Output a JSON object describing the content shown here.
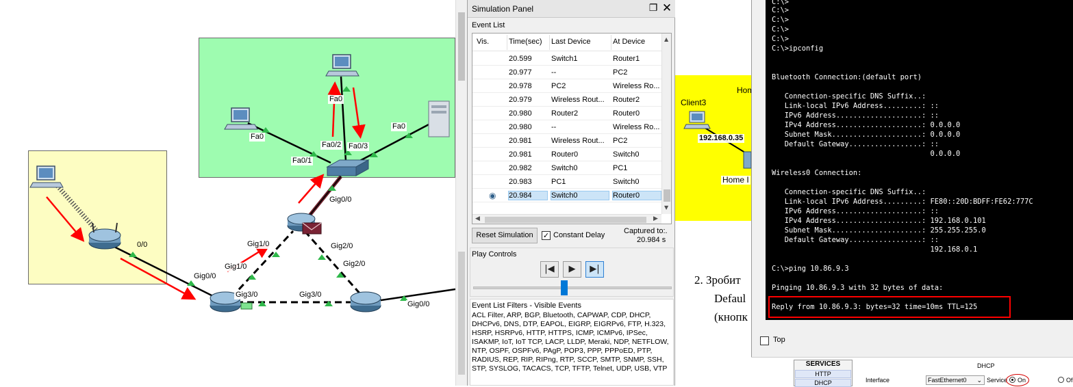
{
  "topology": {
    "port_labels": [
      "Fa0",
      "Fa0",
      "Fa0",
      "Fa0/1",
      "Fa0/2",
      "Fa0/3",
      "Gig0/0",
      "Gig1/0",
      "Gig1/0",
      "Gig2/0",
      "Gig2/0",
      "0/0",
      "Gig0/0",
      "Gig3/0",
      "Gig3/0",
      "Gig0/0"
    ]
  },
  "sim_panel": {
    "title": "Simulation Panel",
    "event_list_label": "Event List",
    "columns": [
      "Vis.",
      "Time(sec)",
      "Last Device",
      "At Device"
    ],
    "events": [
      {
        "vis": "",
        "time": "20.599",
        "last": "Switch1",
        "at": "Router1"
      },
      {
        "vis": "",
        "time": "20.977",
        "last": "--",
        "at": "PC2"
      },
      {
        "vis": "",
        "time": "20.978",
        "last": "PC2",
        "at": "Wireless Ro..."
      },
      {
        "vis": "",
        "time": "20.979",
        "last": "Wireless Rout...",
        "at": "Router2"
      },
      {
        "vis": "",
        "time": "20.980",
        "last": "Router2",
        "at": "Router0"
      },
      {
        "vis": "",
        "time": "20.980",
        "last": "--",
        "at": "Wireless Ro..."
      },
      {
        "vis": "",
        "time": "20.981",
        "last": "Wireless Rout...",
        "at": "PC2"
      },
      {
        "vis": "",
        "time": "20.981",
        "last": "Router0",
        "at": "Switch0"
      },
      {
        "vis": "",
        "time": "20.982",
        "last": "Switch0",
        "at": "PC1"
      },
      {
        "vis": "",
        "time": "20.983",
        "last": "PC1",
        "at": "Switch0"
      },
      {
        "vis": "eye",
        "time": "20.984",
        "last": "Switch0",
        "at": "Router0"
      }
    ],
    "reset_button": "Reset Simulation",
    "constant_delay_label": "Constant Delay",
    "constant_delay_checked": true,
    "captured_label": "Captured to:.",
    "captured_value": "20.984 s",
    "play_controls_label": "Play Controls",
    "filters_label": "Event List Filters - Visible Events",
    "filters_text": "ACL Filter, ARP, BGP, Bluetooth, CAPWAP, CDP, DHCP, DHCPv6, DNS, DTP, EAPOL, EIGRP, EIGRPv6, FTP, H.323, HSRP, HSRPv6, HTTP, HTTPS, ICMP, ICMPv6, IPSec, ISAKMP, IoT, IoT TCP, LACP, LLDP, Meraki, NDP, NETFLOW, NTP, OSPF, OSPFv6, PAgP, POP3, PPP, PPPoED, PTP, RADIUS, REP, RIP, RIPng, RTP, SCCP, SMTP, SNMP, SSH, STP, SYSLOG, TACACS, TCP, TFTP, Telnet, UDP, USB, VTP"
  },
  "middle": {
    "client_label": "Client3",
    "ip_label": "192.168.0.35",
    "home_top": "Hom",
    "home_bottom": "Home I",
    "doc_line1": "2.  Зробит",
    "doc_line2": "Defaul",
    "doc_line3": "(кнопк"
  },
  "terminal": {
    "lines": [
      "C:\\>",
      "C:\\>",
      "C:\\>",
      "C:\\>",
      "C:\\>",
      "C:\\>ipconfig",
      "",
      "Bluetooth Connection:(default port)",
      "",
      "   Connection-specific DNS Suffix..: ",
      "   Link-local IPv6 Address.........: ::",
      "   IPv6 Address....................: ::",
      "   IPv4 Address....................: 0.0.0.0",
      "   Subnet Mask.....................: 0.0.0.0",
      "   Default Gateway.................: ::",
      "                                     0.0.0.0",
      "",
      "Wireless0 Connection:",
      "",
      "   Connection-specific DNS Suffix..: ",
      "   Link-local IPv6 Address.........: FE80::20D:BDFF:FE62:777C",
      "   IPv6 Address....................: ::",
      "   IPv4 Address....................: 192.168.0.101",
      "   Subnet Mask.....................: 255.255.255.0",
      "   Default Gateway.................: ::",
      "                                     192.168.0.1",
      "",
      "C:\\>ping 10.86.9.3",
      "",
      "Pinging 10.86.9.3 with 32 bytes of data:",
      "",
      "Reply from 10.86.9.3: bytes=32 time=10ms TTL=125"
    ],
    "top_label": "Top"
  },
  "services": {
    "title": "SERVICES",
    "items": [
      "HTTP",
      "DHCP"
    ],
    "dhcp_header": "DHCP",
    "interface_label": "Interface",
    "interface_value": "FastEthernet0",
    "service_label": "Service",
    "on_label": "On",
    "off_label": "Of"
  },
  "colors": {
    "green_area": "#9efcb0",
    "yellow_area": "#fdfdc2",
    "bright_yellow": "#ffff00",
    "arrow_red": "#ff0000",
    "highlight_blue": "#cce4f7"
  }
}
